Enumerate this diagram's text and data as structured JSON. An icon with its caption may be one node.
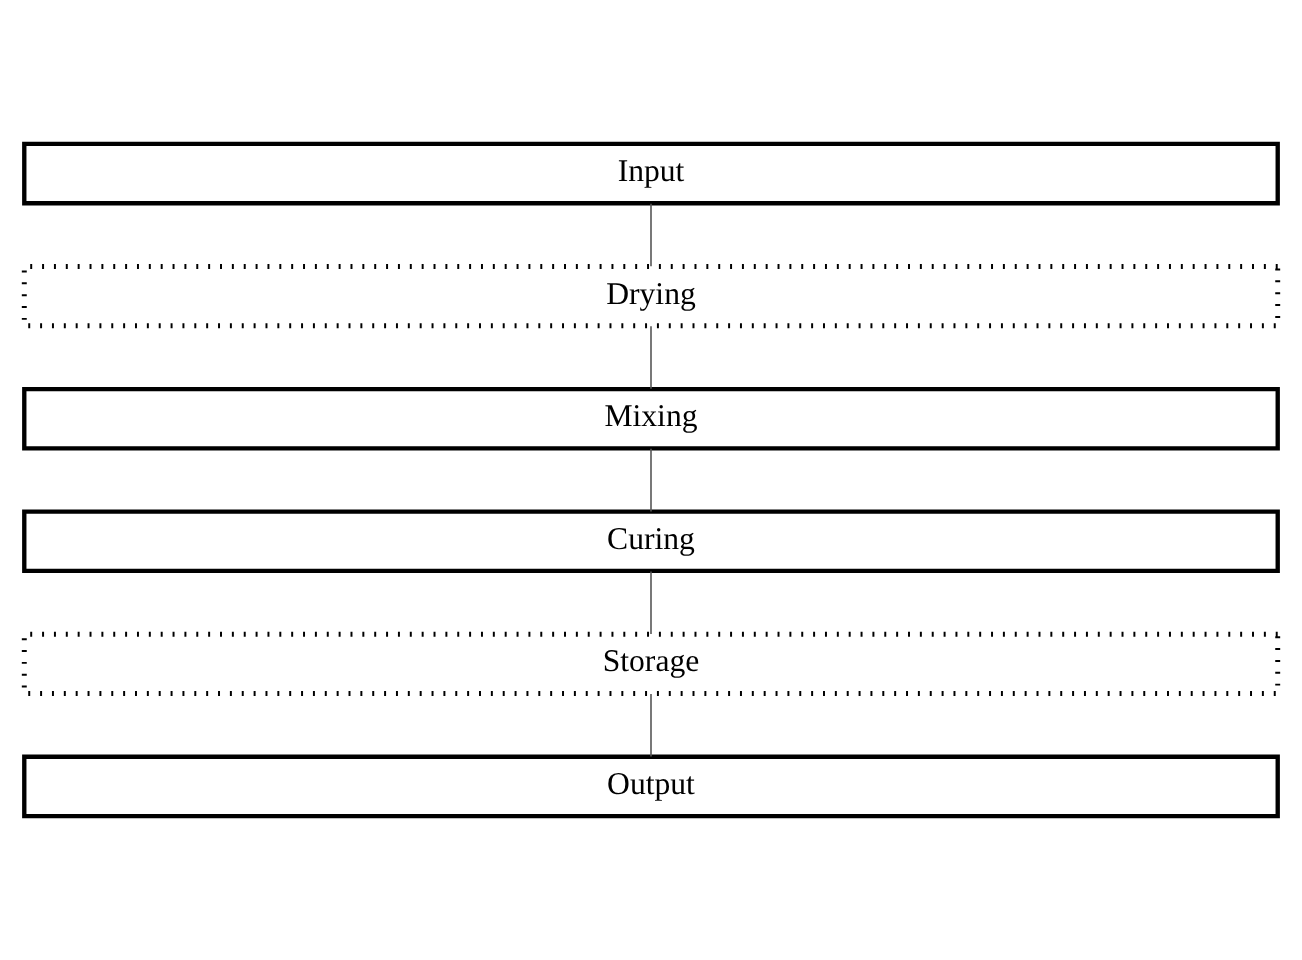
{
  "diagram": {
    "nodes": [
      {
        "text": [
          "Input"
        ]
      },
      {
        "text": [
          "Drying"
        ]
      },
      {
        "text": [
          "Mixing"
        ]
      },
      {
        "text": [
          "Curing"
        ]
      },
      {
        "text": [
          "Storage"
        ]
      },
      {
        "text": [
          "Output"
        ]
      }
    ],
    "edges": [
      {
        "from": 0,
        "to": 1,
        "arrow": "none"
      },
      {
        "from": 1,
        "to": 2,
        "arrow": "none"
      },
      {
        "from": 2,
        "to": 3,
        "arrow": "none"
      },
      {
        "from": 3,
        "to": 4,
        "arrow": "none"
      },
      {
        "from": 4,
        "to": 5,
        "arrow": "none"
      }
    ]
  }
}
